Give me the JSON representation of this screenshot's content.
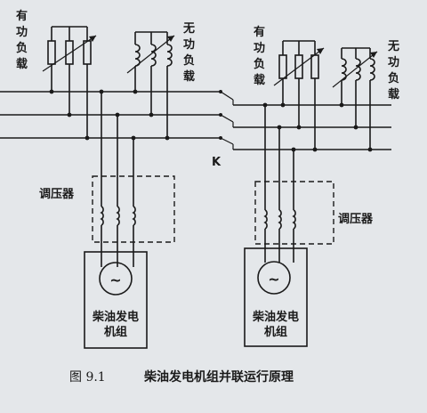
{
  "diagram": {
    "caption_number": "图 9.1",
    "caption_text": "柴油发电机组并联运行原理",
    "switch_label": "K",
    "left_unit": {
      "active_load": [
        "有",
        "功",
        "负",
        "载"
      ],
      "reactive_load": [
        "无",
        "功",
        "负",
        "载"
      ],
      "regulator": "调压器",
      "genset_line1": "柴油发电",
      "genset_line2": "机组",
      "generator_symbol": "~"
    },
    "right_unit": {
      "active_load": [
        "有",
        "功",
        "负",
        "载"
      ],
      "reactive_load": [
        "无",
        "功",
        "负",
        "载"
      ],
      "regulator": "调压器",
      "genset_line1": "柴油发电",
      "genset_line2": "机组",
      "generator_symbol": "~"
    }
  }
}
